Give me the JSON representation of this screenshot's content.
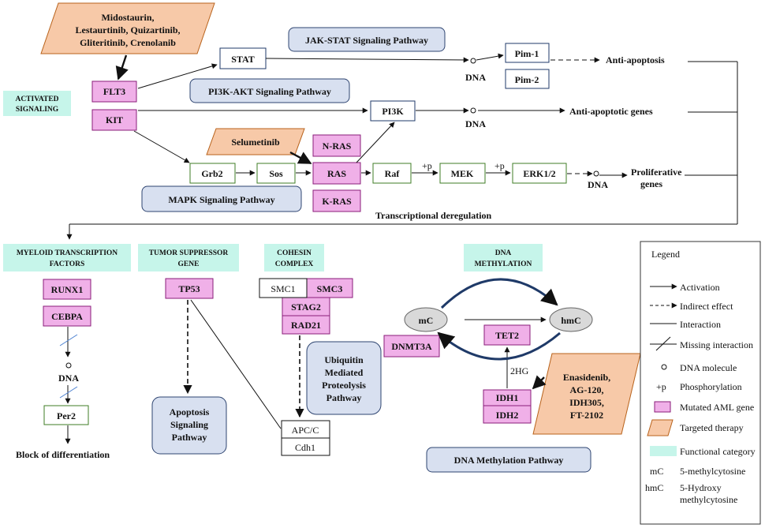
{
  "colors": {
    "gene_fill": "#f0b0e8",
    "gene_stroke": "#8a1e7a",
    "drug_fill": "#f7c9a8",
    "drug_stroke": "#b8621b",
    "category_fill": "#c6f5ea",
    "pathway_fill": "#d8e0f0",
    "pathway_stroke": "#2e4470",
    "green_stroke": "#3f7d24",
    "navy_stroke": "#1f3a68"
  },
  "drugs": {
    "flt3_line1": "Midostaurin,",
    "flt3_line2": "Lestaurtinib, Quizartinib,",
    "flt3_line3": "Gliteritinib, Crenolanib",
    "mek": "Selumetinib",
    "idh_line1": "Enasidenib,",
    "idh_line2": "AG-120,",
    "idh_line3": "IDH305,",
    "idh_line4": "FT-2102"
  },
  "categories": {
    "activated_line1": "ACTIVATED",
    "activated_line2": "SIGNALING",
    "myeloid_line1": "MYELOID TRANSCRIPTION",
    "myeloid_line2": "FACTORS",
    "tumor_line1": "TUMOR SUPPRESSOR",
    "tumor_line2": "GENE",
    "cohesin_line1": "COHESIN",
    "cohesin_line2": "COMPLEX",
    "dnameth_line1": "DNA",
    "dnameth_line2": "METHYLATION"
  },
  "pathways": {
    "jak_stat": "JAK-STAT Signaling Pathway",
    "pi3k_akt": "PI3K-AKT Signaling Pathway",
    "mapk": "MAPK Signaling Pathway",
    "apoptosis_line1": "Apoptosis",
    "apoptosis_line2": "Signaling",
    "apoptosis_line3": "Pathway",
    "ubiquitin_line1": "Ubiquitin",
    "ubiquitin_line2": "Mediated",
    "ubiquitin_line3": "Proteolysis",
    "ubiquitin_line4": "Pathway",
    "dna_meth": "DNA Methylation Pathway"
  },
  "genes": {
    "flt3": "FLT3",
    "kit": "KIT",
    "nras": "N-RAS",
    "ras": "RAS",
    "kras": "K-RAS",
    "runx1": "RUNX1",
    "cebpa": "CEBPA",
    "tp53": "TP53",
    "smc3": "SMC3",
    "stag2": "STAG2",
    "rad21": "RAD21",
    "dnmt3a": "DNMT3A",
    "tet2": "TET2",
    "idh1": "IDH1",
    "idh2": "IDH2"
  },
  "nodes": {
    "stat": "STAT",
    "pim1": "Pim-1",
    "pim2": "Pim-2",
    "pi3k": "PI3K",
    "grb2": "Grb2",
    "sos": "Sos",
    "raf": "Raf",
    "mek": "MEK",
    "erk": "ERK1/2",
    "smc1": "SMC1",
    "apcc": "APC/C",
    "cdh1": "Cdh1",
    "per2": "Per2",
    "mc": "mC",
    "hmc": "hmC"
  },
  "labels": {
    "dna": "DNA",
    "anti_apoptosis": "Anti-apoptosis",
    "anti_apoptotic_genes": "Anti-apoptotic genes",
    "proliferative_line1": "Proliferative",
    "proliferative_line2": "genes",
    "plus_p": "+p",
    "transcriptional": "Transcriptional deregulation",
    "block": "Block of differentiation",
    "two_hg": "2HG"
  },
  "legend": {
    "title": "Legend",
    "activation": "Activation",
    "indirect": "Indirect effect",
    "interaction": "Interaction",
    "missing": "Missing interaction",
    "dna_molecule": "DNA molecule",
    "plus_p": "+p",
    "phosphorylation": "Phosphorylation",
    "mutated": "Mutated AML gene",
    "targeted": "Targeted therapy",
    "functional": "Functional category",
    "mc_abbr": "mC",
    "mc_desc": "5-methylcytosine",
    "hmc_abbr": "hmC",
    "hmc_desc_line1": "5-Hydroxy",
    "hmc_desc_line2": "methylcytosine"
  }
}
